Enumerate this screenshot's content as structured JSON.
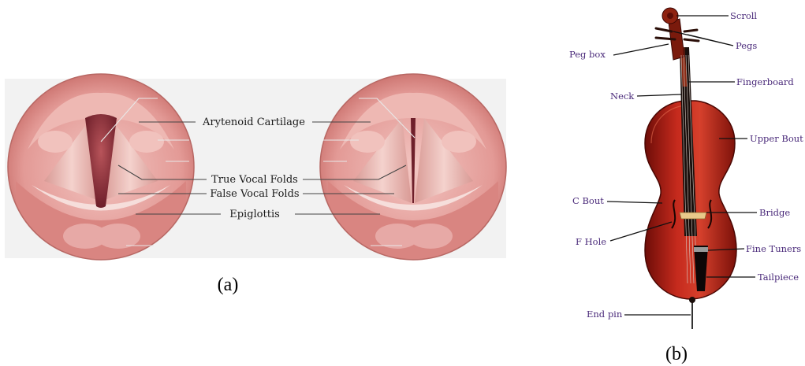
{
  "panel_a": {
    "caption": "(a)",
    "labels": {
      "arytenoid": "Arytenoid Cartilage",
      "true_folds": "True Vocal Folds",
      "false_folds": "False Vocal Folds",
      "epiglottis": "Epiglottis"
    }
  },
  "panel_b": {
    "caption": "(b)",
    "labels": {
      "scroll": "Scroll",
      "pegs": "Pegs",
      "peg_box": "Peg box",
      "fingerboard": "Fingerboard",
      "neck": "Neck",
      "upper_bout": "Upper Bout",
      "c_bout": "C Bout",
      "bridge": "Bridge",
      "f_hole": "F Hole",
      "fine_tuners": "Fine Tuners",
      "tailpiece": "Tailpiece",
      "end_pin": "End pin"
    }
  },
  "colors": {
    "tissue": "#e7a9a6",
    "tissue_dark": "#c9706c",
    "cello_body": "#b8231a",
    "label_purple": "#4a2a7a"
  }
}
